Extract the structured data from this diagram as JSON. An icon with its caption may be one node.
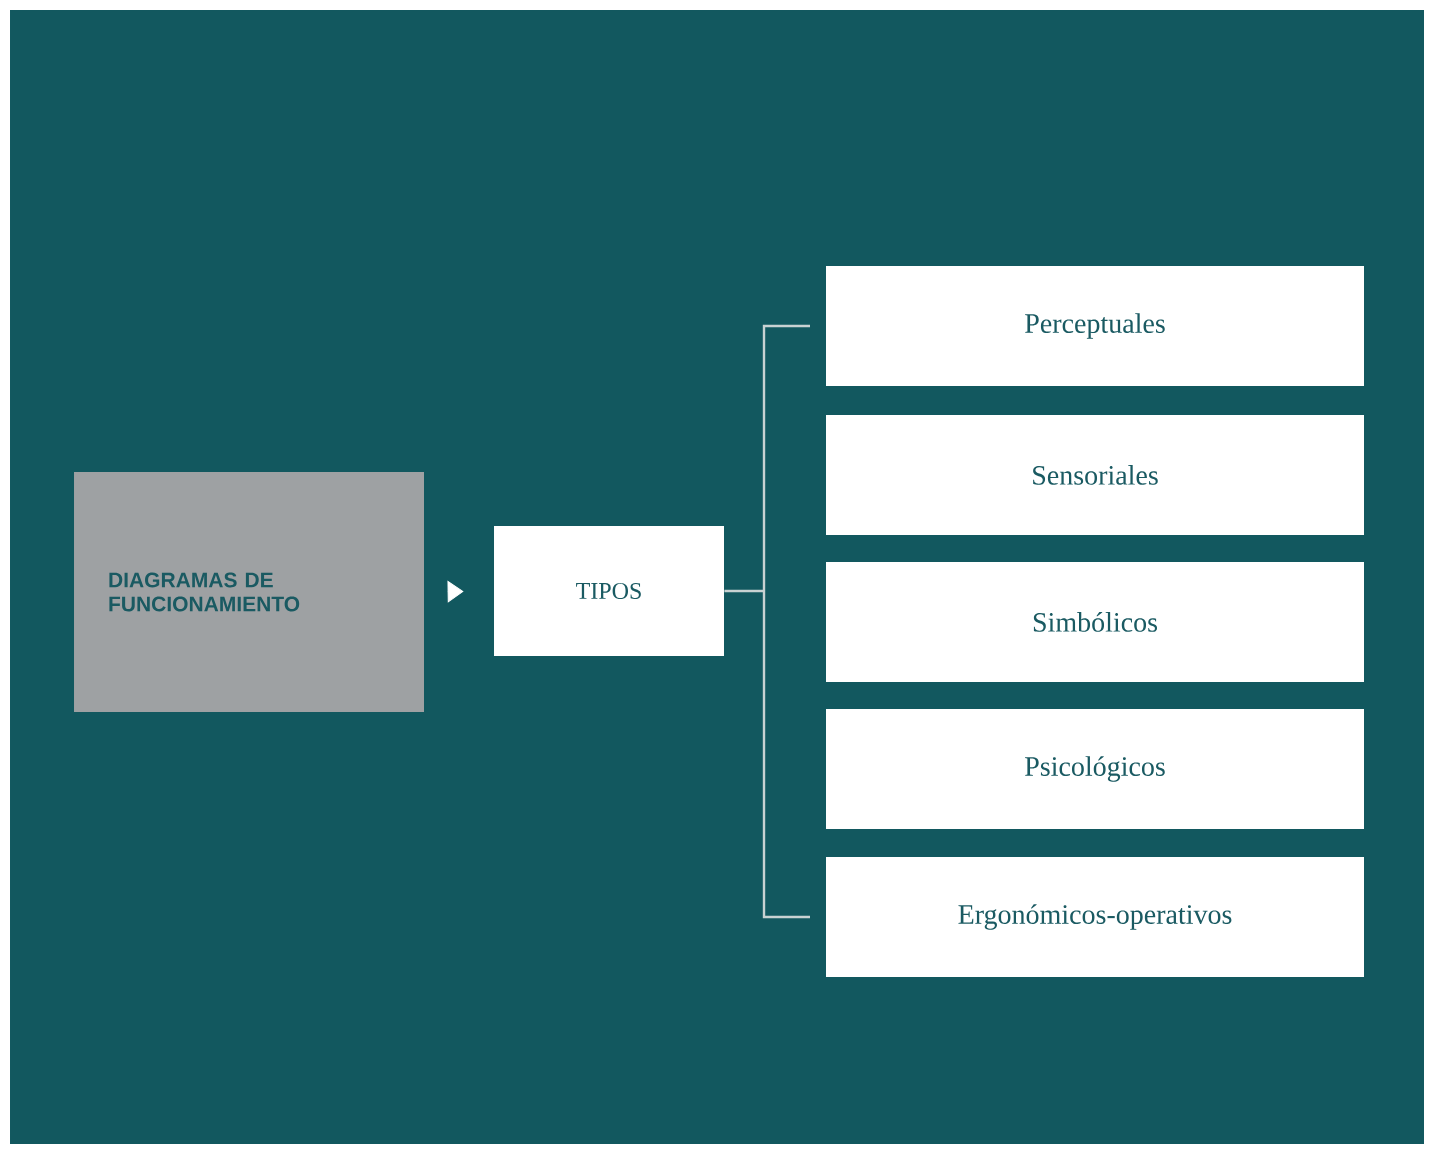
{
  "diagram": {
    "nodes": [
      {
        "text": [
          "DIAGRAMAS DE FUNCIONAMIENTO"
        ]
      },
      {
        "text": [
          "TIPOS"
        ]
      },
      {
        "text": [
          "Perceptuales"
        ]
      },
      {
        "text": [
          "Sensoriales"
        ]
      },
      {
        "text": [
          "Simbólicos"
        ]
      },
      {
        "text": [
          "Psicológicos"
        ]
      },
      {
        "text": [
          "Ergonómicos-operativos"
        ]
      }
    ],
    "edges": [
      {
        "from": 0,
        "to": 1,
        "arrow": "to"
      },
      {
        "from": 1,
        "to": 2,
        "arrow": "none"
      },
      {
        "from": 1,
        "to": 6,
        "arrow": "none"
      }
    ]
  }
}
